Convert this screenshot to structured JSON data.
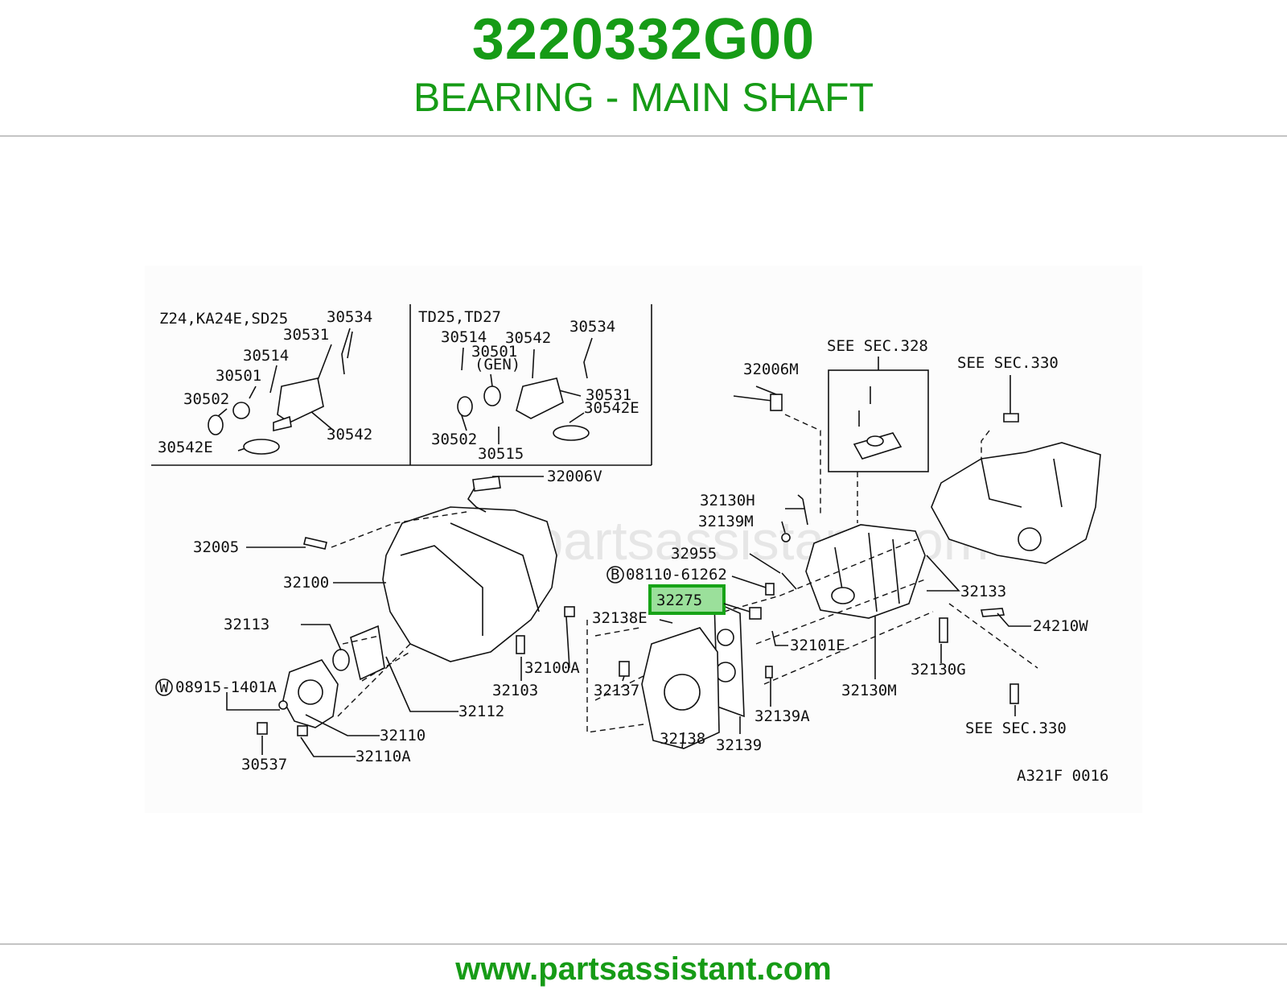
{
  "header": {
    "part_number": "3220332G00",
    "part_name": "BEARING - MAIN SHAFT"
  },
  "footer": {
    "url": "www.partsassistant.com"
  },
  "diagram": {
    "watermark": "www.partsassistant.com",
    "diagram_code": "A321F 0016",
    "highlighted_part": "32275",
    "highlight_color": "#17a317",
    "inset_left": {
      "title": "Z24,KA24E,SD25",
      "labels": [
        "30534",
        "30531",
        "30514",
        "30501",
        "30502",
        "30542",
        "30542E"
      ]
    },
    "inset_right": {
      "title": "TD25,TD27",
      "labels": [
        "30514",
        "30542",
        "30534",
        "30501",
        "(GEN)",
        "30531",
        "30542E",
        "30502",
        "30515"
      ]
    },
    "callouts": {
      "c32006m": "32006M",
      "see328": "SEE SEC.328",
      "see330a": "SEE SEC.330",
      "c32006v": "32006V",
      "c32130h": "32130H",
      "c32139m": "32139M",
      "c32005": "32005",
      "c32955": "32955",
      "c32100": "32100",
      "c08110": "08110-61262",
      "c32275": "32275",
      "c32133": "32133",
      "c32138e": "32138E",
      "c24210w": "24210W",
      "c32113": "32113",
      "c32101e": "32101E",
      "c32100a": "32100A",
      "c32130g": "32130G",
      "c08915": "08915-1401A",
      "c32103": "32103",
      "c32137": "32137",
      "c32130m": "32130M",
      "c32112": "32112",
      "c32139a": "32139A",
      "c32110": "32110",
      "c32138": "32138",
      "c32139": "32139",
      "see330b": "SEE SEC.330",
      "c32110a": "32110A",
      "c30537": "30537",
      "mark_b": "B",
      "mark_w": "W"
    }
  }
}
